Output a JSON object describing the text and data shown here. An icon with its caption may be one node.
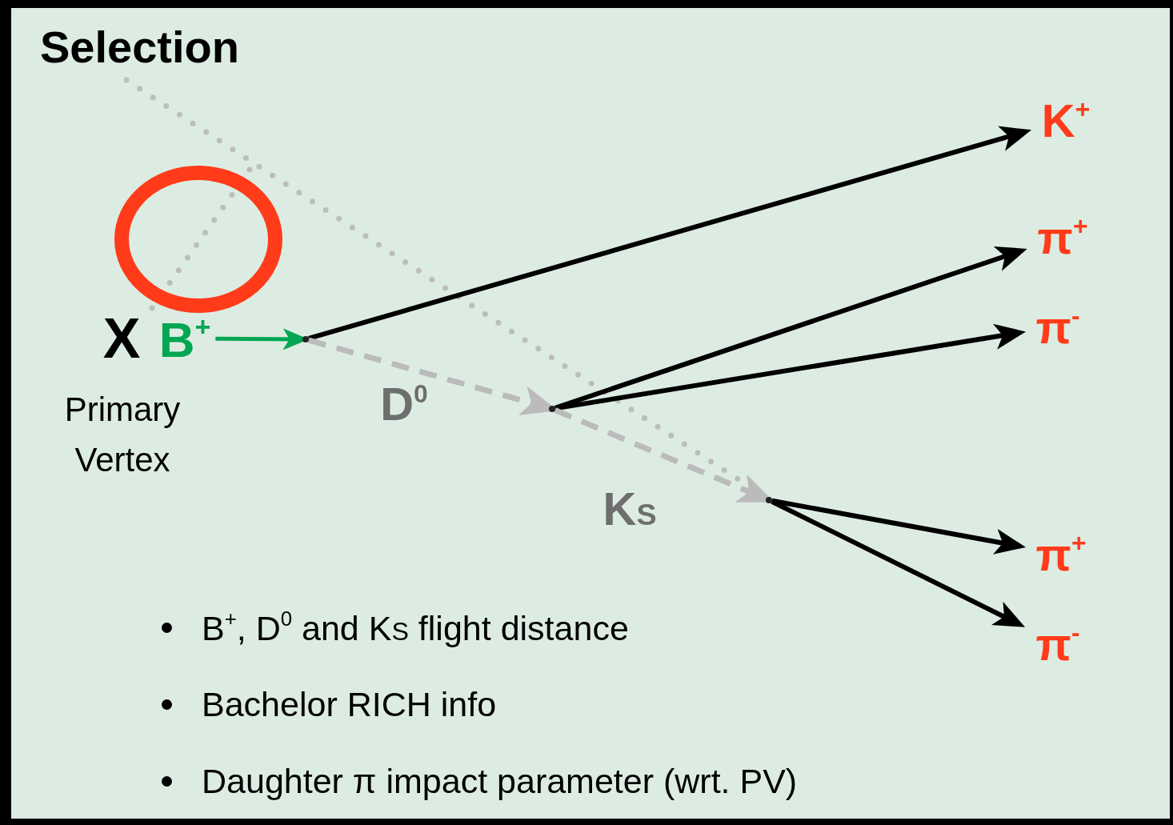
{
  "diagram": {
    "title": "Selection",
    "nodes": [
      {
        "text": [
          "X"
        ],
        "beside": [
          "Primary Vertex"
        ]
      },
      {
        "text": [
          "B$^{+}$"
        ]
      },
      {
        "text": [],
        "shape": "dot"
      },
      {
        "text": [],
        "shape": "dot"
      },
      {
        "text": [],
        "shape": "dot"
      },
      {
        "text": [
          "K$^{+}$"
        ]
      },
      {
        "text": [
          "π$^{+}$"
        ]
      },
      {
        "text": [
          "π$^{-}$"
        ]
      },
      {
        "text": [
          "π$^{+}$"
        ]
      },
      {
        "text": [
          "π$^{-}$"
        ]
      }
    ],
    "edges": [
      {
        "from": 1,
        "to": 2,
        "arrow": "to",
        "color": "#00a651"
      },
      {
        "from": 2,
        "to": 5,
        "arrow": "to"
      },
      {
        "from": 2,
        "to": 3,
        "arrow": "to",
        "style": "dashed",
        "color": "#bbbbbb",
        "label": "D$^{0}$"
      },
      {
        "from": 3,
        "to": 6,
        "arrow": "to"
      },
      {
        "from": 3,
        "to": 7,
        "arrow": "to"
      },
      {
        "from": 3,
        "to": 4,
        "arrow": "to",
        "style": "dashed",
        "color": "#bbbbbb",
        "label": "K$_{S}$"
      },
      {
        "from": 4,
        "to": 8,
        "arrow": "to"
      },
      {
        "from": 4,
        "to": 9,
        "arrow": "to"
      }
    ],
    "labels": [
      "B$^{+}$, D$^{0}$ and K$_{S}$ flight distance",
      "Bachelor RICH info",
      "Daughter π impact parameter (wrt. PV)"
    ]
  }
}
